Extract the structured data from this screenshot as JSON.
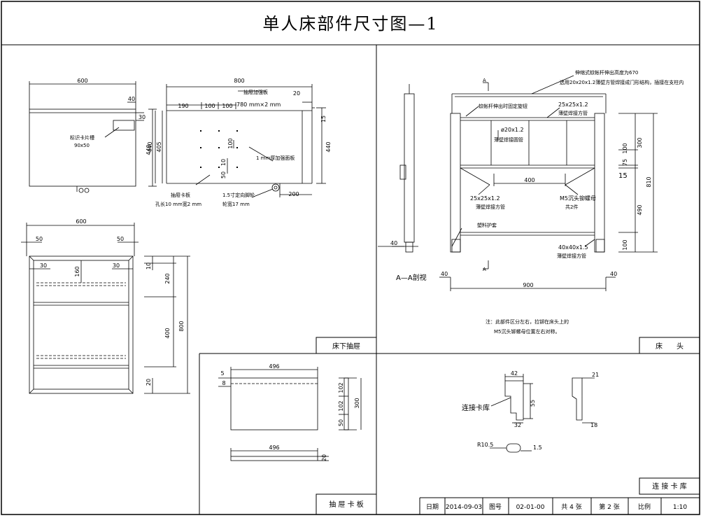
{
  "title": "单人床部件尺寸图—1",
  "panels": {
    "drawer": "床下抽屉",
    "bed_head": "床　　头",
    "drawer_plate": "抽 屉 卡 板",
    "connector": "连 接 卡 库"
  },
  "title_block": {
    "date_label": "日期",
    "date": "2014-09-03",
    "drawing_no_label": "图号",
    "drawing_no": "02-01-00",
    "total": "共 4 张",
    "sheet": "第 2 张",
    "scale_label": "比例",
    "scale": "1:10"
  },
  "front_view": {
    "width": "600",
    "dim_40": "40",
    "dim_30": "30",
    "height_440": "440",
    "label_slot": "标识卡片槽",
    "label_size": "90x50"
  },
  "side_view": {
    "width": "800",
    "d190": "190",
    "d100a": "100",
    "d100b": "100",
    "bottom_plate": "抽屉加强板",
    "d780": "780 mm×2 mm",
    "d20": "20",
    "d15": "15",
    "h405": "405",
    "h440": "440",
    "h100": "100",
    "h50": "50",
    "h10": "10",
    "plate_1mm": "1 mm厚加强面板",
    "drawer_card": "抽屉卡板",
    "hole_size": "孔长10 mm宽2 mm",
    "caster": "1.5寸定向脚轮",
    "caster_wheel": "轮宽17 mm",
    "d200": "200"
  },
  "bottom_view": {
    "width": "600",
    "d50a": "50",
    "d50b": "50",
    "d30a": "30",
    "d30b": "30",
    "d160": "160",
    "d10": "10",
    "d240": "240",
    "d400": "400",
    "d800": "800",
    "d20": "20"
  },
  "bed_head": {
    "section_mark": "A",
    "section_mark2": "A",
    "note_top1": "伸缩式蚊帐杆伸出高度为670",
    "note_top2": "选用20x20x1.2薄壁方管焊接成门形结构，插接在支柱内",
    "rod_clip": "蚊帐杆伸出时固定旋钮",
    "tube25a": "25x25x1.2",
    "thin_tube_a": "薄壁焊接方管",
    "round_tube": "ø20x1.2",
    "thin_round": "薄壁焊接圆管",
    "d300": "300",
    "d100a": "100",
    "d75": "75",
    "d15": "15",
    "d400": "400",
    "d810": "810",
    "d490": "490",
    "d100b": "100",
    "tube25b": "25x25x1.2",
    "thin_tube_b": "薄壁焊接方管",
    "bolt": "M5沉头铆螺母",
    "bolt_count": "共2件",
    "plastic": "塑料护套",
    "tube40": "40x40x1.5",
    "thin_tube_c": "薄壁焊接方管",
    "d40_left": "40",
    "section_view": "A—A剖视",
    "d40a": "40",
    "d900": "900",
    "d40b": "40",
    "note1": "注：此部件区分左右，拉铆在床头上的",
    "note2": "M5沉头铆螺母位置左右对称。"
  },
  "drawer_plate": {
    "d496a": "496",
    "d5": "5",
    "d8": "8",
    "d102a": "102",
    "d102b": "102",
    "d50": "50",
    "d300": "300",
    "d496b": "496",
    "d20": "20"
  },
  "connector": {
    "d42": "42",
    "d55": "55",
    "d32": "32",
    "label": "连接卡库",
    "d21": "21",
    "d18": "18",
    "r10": "R10.5",
    "d15": "1.5"
  }
}
